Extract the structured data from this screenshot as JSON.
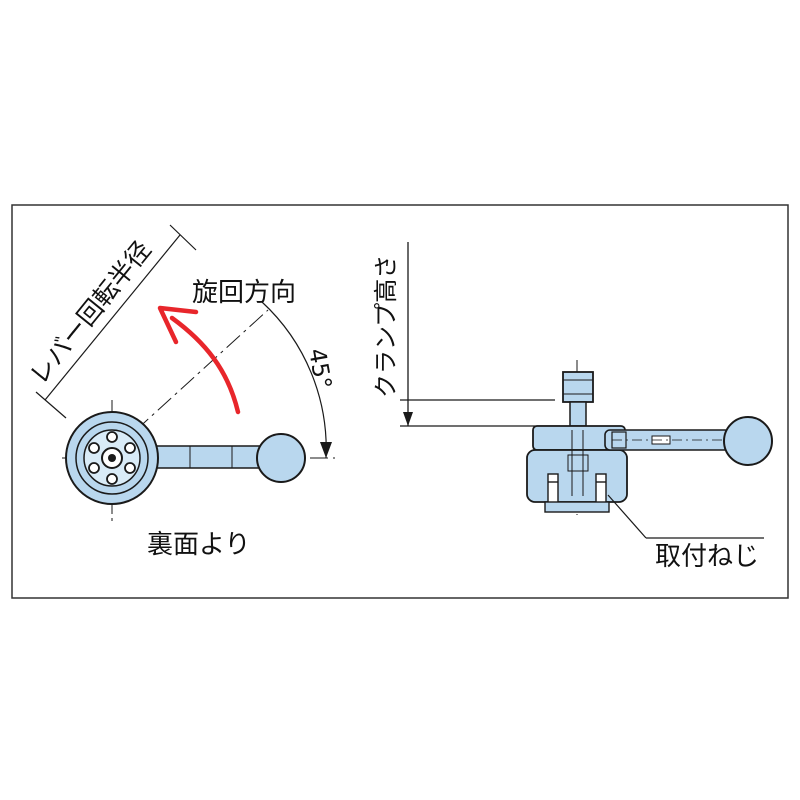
{
  "labels": {
    "lever_radius": "レバー回転半径",
    "rotation_direction": "旋回方向",
    "angle": "45°",
    "from_back": "裏面より",
    "clamp_height": "クランプ高さ",
    "mounting_screw": "取付ねじ"
  },
  "colors": {
    "part_fill": "#b9d7ee",
    "outline": "#1a1a1a",
    "arrow": "#e8262b",
    "frame": "#333333"
  }
}
